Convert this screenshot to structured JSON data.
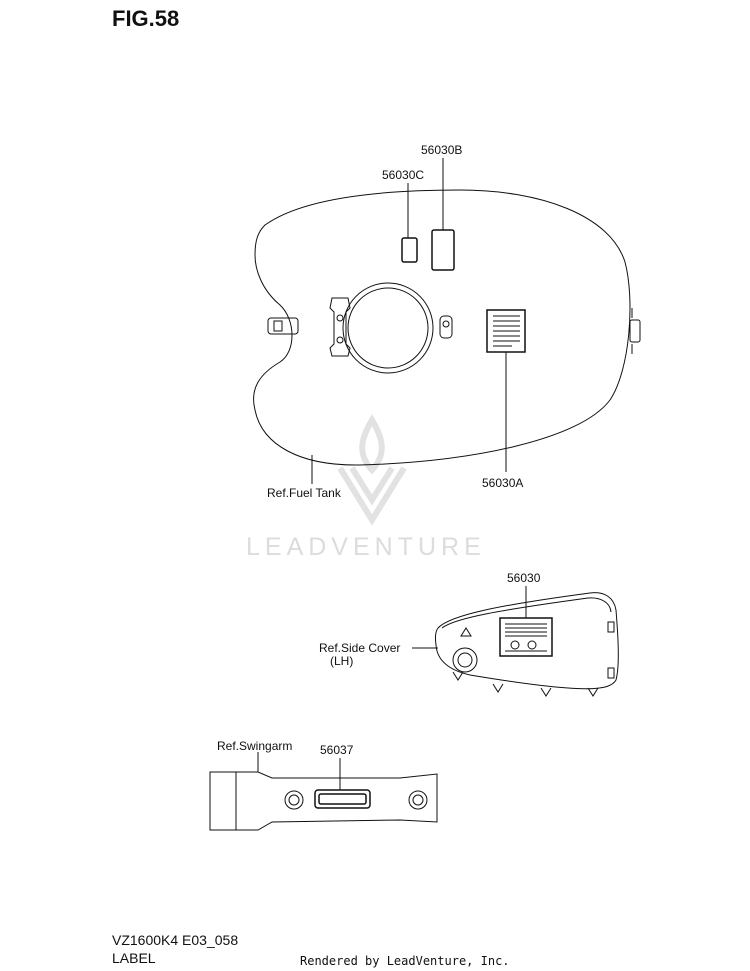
{
  "figure": {
    "title": "FIG.58",
    "model_code": "VZ1600K4 E03_058",
    "section": "LABEL",
    "credit": "Rendered by LeadVenture, Inc."
  },
  "watermark": {
    "text": "LEADVENTURE"
  },
  "fuel_tank": {
    "ref_label": "Ref.Fuel Tank",
    "parts": {
      "label_b": "56030B",
      "label_c": "56030C",
      "label_a": "56030A"
    }
  },
  "side_cover": {
    "ref_label": "Ref.Side Cover",
    "ref_side": "(LH)",
    "part": "56030"
  },
  "swingarm": {
    "ref_label": "Ref.Swingarm",
    "part": "56037"
  }
}
